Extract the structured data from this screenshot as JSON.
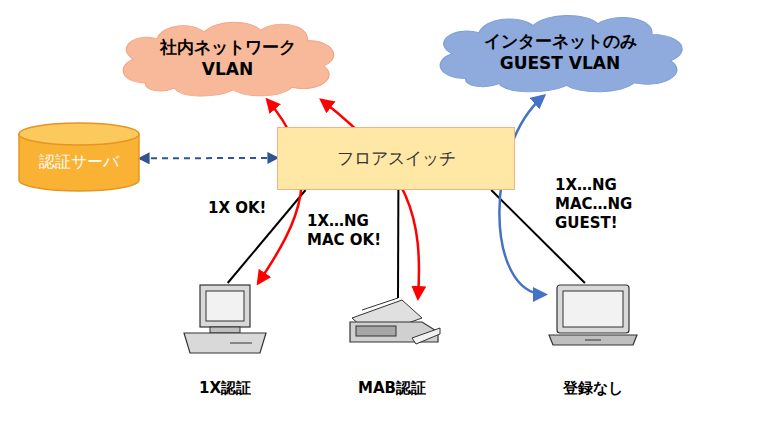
{
  "diagram": {
    "nodes": [
      {
        "text": [
          "社内ネットワーク VLAN"
        ]
      },
      {
        "text": [
          "インターネットのみ GUEST VLAN"
        ]
      },
      {
        "text": [
          "認証サーバ"
        ]
      },
      {
        "text": [
          "フロアスイッチ"
        ]
      },
      {
        "text": [
          "1X認証"
        ]
      },
      {
        "text": [
          "MAB認証"
        ]
      },
      {
        "text": [
          "登録なし"
        ]
      }
    ],
    "edges": [
      {
        "from": 2,
        "to": 3,
        "arrow": "both"
      },
      {
        "from": 3,
        "to": 4,
        "arrow": "none"
      },
      {
        "from": 3,
        "to": 5,
        "arrow": "none"
      },
      {
        "from": 3,
        "to": 6,
        "arrow": "none"
      },
      {
        "from": 0,
        "to": 4,
        "arrow": "both"
      },
      {
        "from": 0,
        "to": 5,
        "arrow": "both"
      },
      {
        "from": 1,
        "to": 6,
        "arrow": "both"
      }
    ],
    "labels": [
      "1X OK!",
      "1X…NG MAC OK!",
      "1X…NG MAC…NG GUEST!"
    ]
  }
}
